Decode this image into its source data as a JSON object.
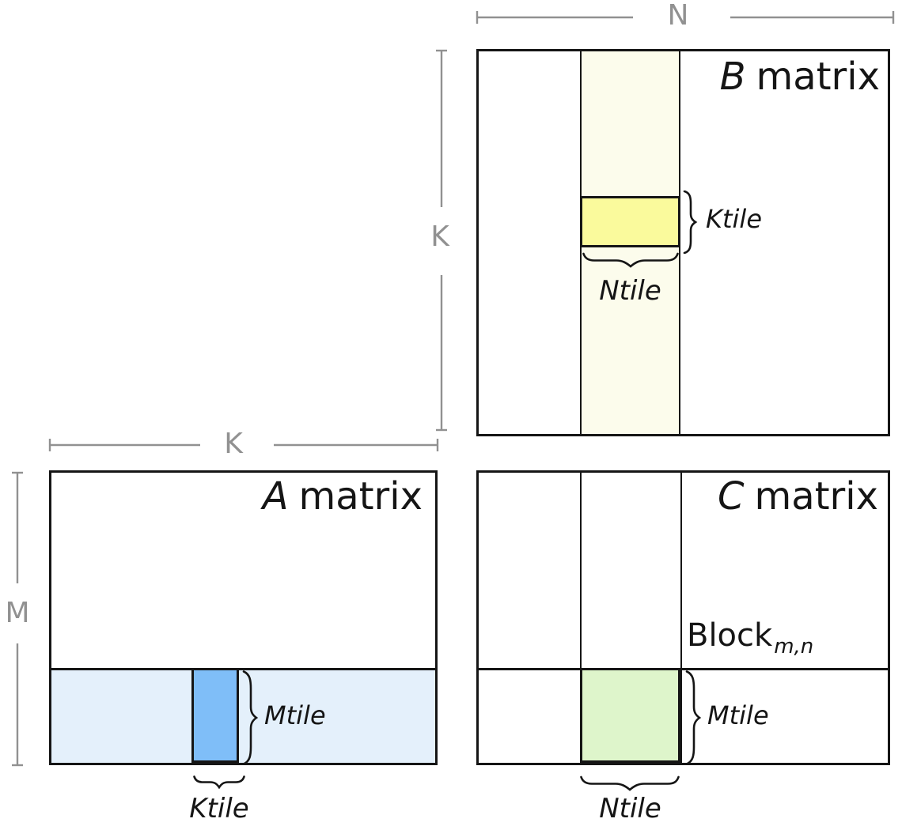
{
  "colors": {
    "ink": "#151515",
    "dim": "#919191",
    "b_strip": "#fcfcec",
    "b_tile": "#fafa9c",
    "a_strip": "#e4f0fb",
    "a_tile": "#7fbef8",
    "c_tile": "#def5cb"
  },
  "dimensions": {
    "n_label": "N",
    "k_label_b": "K",
    "k_label_a": "K",
    "m_label": "M"
  },
  "matrices": {
    "b": {
      "letter": "B",
      "word": "matrix",
      "ktile_label": "Ktile",
      "ntile_label": "Ntile"
    },
    "a": {
      "letter": "A",
      "word": "matrix",
      "mtile_label": "Mtile",
      "ktile_label": "Ktile"
    },
    "c": {
      "letter": "C",
      "word": "matrix",
      "block_label": "Block",
      "block_subscript": "m,n",
      "mtile_label": "Mtile",
      "ntile_label": "Ntile"
    }
  }
}
